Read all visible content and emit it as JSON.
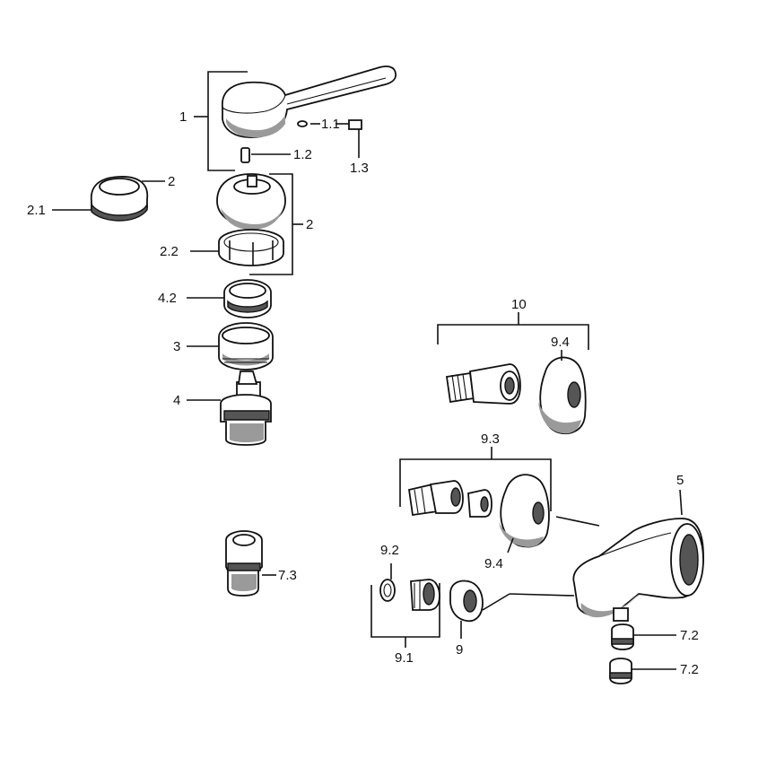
{
  "diagram": {
    "callouts": {
      "lever_handle": "1",
      "lever_screw": "1.1",
      "lever_pin": "1.2",
      "screw_cap": "1.3",
      "cap_assembly_left": "2",
      "cap_assembly_right": "2",
      "cap_ring": "2.1",
      "cap_base_ring": "2.2",
      "retaining_ring": "4.2",
      "bonnet_nut": "3",
      "cartridge": "4",
      "wall_connector_set": "10",
      "cover_rosette_top": "9.4",
      "connector_set": "9.3",
      "cover_rosette_bottom": "9.4",
      "mixer_body": "5",
      "washer": "9.2",
      "union_nut": "9",
      "connector_group": "9.1",
      "outlet_adapter": "7.3",
      "aerator_top": "7.2",
      "aerator_bottom": "7.2"
    }
  }
}
